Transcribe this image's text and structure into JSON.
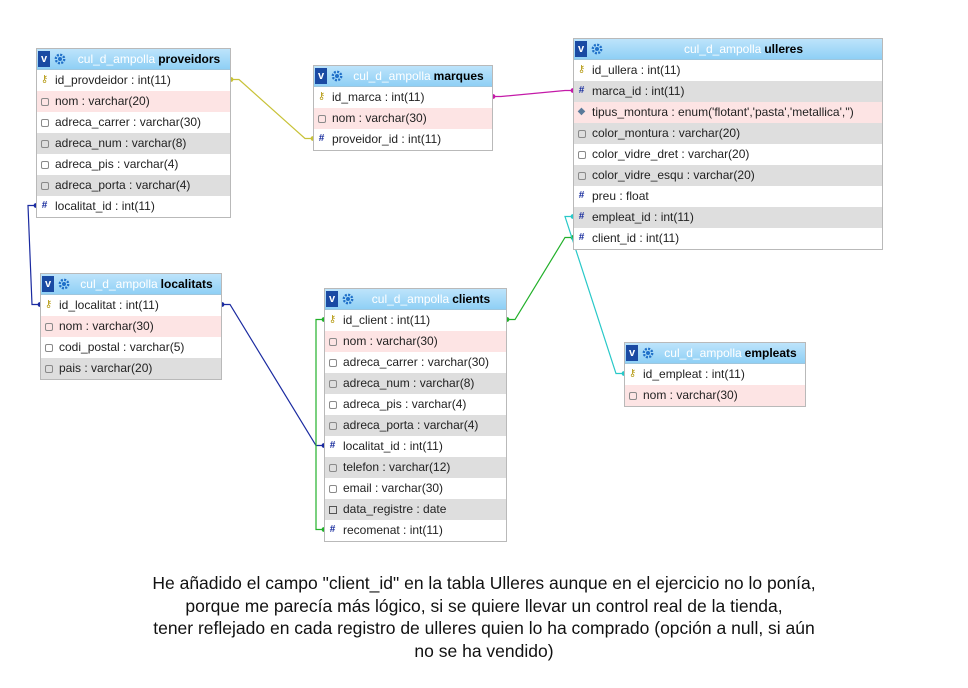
{
  "db_prefix": "cul_d_ampolla",
  "toggle_glyph": "v",
  "tables": [
    {
      "id": "proveidors",
      "name": "proveidors",
      "fields": [
        {
          "label": "id_provdeidor : int(11)",
          "icon": "key-icon",
          "shade": "white"
        },
        {
          "label": "nom : varchar(20)",
          "icon": "text-field-icon",
          "shade": "pink"
        },
        {
          "label": "adreca_carrer : varchar(30)",
          "icon": "text-field-icon",
          "shade": "white"
        },
        {
          "label": "adreca_num : varchar(8)",
          "icon": "text-field-icon",
          "shade": "grey"
        },
        {
          "label": "adreca_pis : varchar(4)",
          "icon": "text-field-icon",
          "shade": "white"
        },
        {
          "label": "adreca_porta : varchar(4)",
          "icon": "text-field-icon",
          "shade": "grey"
        },
        {
          "label": "localitat_id : int(11)",
          "icon": "hash-icon",
          "shade": "white"
        }
      ]
    },
    {
      "id": "marques",
      "name": "marques",
      "fields": [
        {
          "label": "id_marca : int(11)",
          "icon": "key-icon",
          "shade": "white"
        },
        {
          "label": "nom : varchar(30)",
          "icon": "text-field-icon",
          "shade": "pink"
        },
        {
          "label": "proveidor_id : int(11)",
          "icon": "hash-icon",
          "shade": "white"
        }
      ]
    },
    {
      "id": "ulleres",
      "name": "ulleres",
      "fields": [
        {
          "label": "id_ullera : int(11)",
          "icon": "key-icon",
          "shade": "white"
        },
        {
          "label": "marca_id : int(11)",
          "icon": "hash-icon",
          "shade": "grey"
        },
        {
          "label": "tipus_montura : enum('flotant','pasta','metallica','')",
          "icon": "enum-icon",
          "shade": "pink"
        },
        {
          "label": "color_montura : varchar(20)",
          "icon": "text-field-icon",
          "shade": "grey"
        },
        {
          "label": "color_vidre_dret : varchar(20)",
          "icon": "text-field-icon",
          "shade": "white"
        },
        {
          "label": "color_vidre_esqu : varchar(20)",
          "icon": "text-field-icon",
          "shade": "grey"
        },
        {
          "label": "preu : float",
          "icon": "hash-icon",
          "shade": "white"
        },
        {
          "label": "empleat_id : int(11)",
          "icon": "hash-icon",
          "shade": "grey"
        },
        {
          "label": "client_id : int(11)",
          "icon": "hash-icon",
          "shade": "white"
        }
      ]
    },
    {
      "id": "localitats",
      "name": "localitats",
      "fields": [
        {
          "label": "id_localitat : int(11)",
          "icon": "key-icon",
          "shade": "white"
        },
        {
          "label": "nom : varchar(30)",
          "icon": "text-field-icon",
          "shade": "pink"
        },
        {
          "label": "codi_postal : varchar(5)",
          "icon": "text-field-icon",
          "shade": "white"
        },
        {
          "label": "pais : varchar(20)",
          "icon": "text-field-icon",
          "shade": "grey"
        }
      ]
    },
    {
      "id": "clients",
      "name": "clients",
      "fields": [
        {
          "label": "id_client : int(11)",
          "icon": "key-icon",
          "shade": "white"
        },
        {
          "label": "nom : varchar(30)",
          "icon": "text-field-icon",
          "shade": "pink"
        },
        {
          "label": "adreca_carrer : varchar(30)",
          "icon": "text-field-icon",
          "shade": "white"
        },
        {
          "label": "adreca_num : varchar(8)",
          "icon": "text-field-icon",
          "shade": "grey"
        },
        {
          "label": "adreca_pis : varchar(4)",
          "icon": "text-field-icon",
          "shade": "white"
        },
        {
          "label": "adreca_porta : varchar(4)",
          "icon": "text-field-icon",
          "shade": "grey"
        },
        {
          "label": "localitat_id : int(11)",
          "icon": "hash-icon",
          "shade": "white"
        },
        {
          "label": "telefon : varchar(12)",
          "icon": "text-field-icon",
          "shade": "grey"
        },
        {
          "label": "email : varchar(30)",
          "icon": "text-field-icon",
          "shade": "white"
        },
        {
          "label": "data_registre : date",
          "icon": "date-icon",
          "shade": "grey"
        },
        {
          "label": "recomenat : int(11)",
          "icon": "hash-icon",
          "shade": "white"
        }
      ]
    },
    {
      "id": "empleats",
      "name": "empleats",
      "fields": [
        {
          "label": "id_empleat : int(11)",
          "icon": "key-icon",
          "shade": "white"
        },
        {
          "label": "nom : varchar(30)",
          "icon": "text-field-icon",
          "shade": "pink"
        }
      ]
    }
  ],
  "relations": [
    {
      "from": "marques.proveidor_id",
      "to": "proveidors.id_provdeidor",
      "color": "#c8c238"
    },
    {
      "from": "ulleres.marca_id",
      "to": "marques.id_marca",
      "color": "#c41aa8"
    },
    {
      "from": "proveidors.localitat_id",
      "to": "localitats.id_localitat",
      "color": "#1a2aa0"
    },
    {
      "from": "clients.localitat_id",
      "to": "localitats.id_localitat",
      "color": "#1a2aa0"
    },
    {
      "from": "ulleres.client_id",
      "to": "clients.id_client",
      "color": "#22b02a"
    },
    {
      "from": "clients.recomenat",
      "to": "clients.id_client",
      "color": "#22b02a"
    },
    {
      "from": "ulleres.empleat_id",
      "to": "empleats.id_empleat",
      "color": "#28c8c8"
    }
  ],
  "note": {
    "lines": [
      "He añadido el campo \"client_id\" en la tabla Ulleres aunque en el ejercicio no lo ponía,",
      "porque me parecía más lógico, si se quiere llevar un control real de la tienda,",
      "tener reflejado en cada registro de ulleres quien lo ha comprado (opción a null, si aún",
      "no se ha vendido)"
    ]
  }
}
